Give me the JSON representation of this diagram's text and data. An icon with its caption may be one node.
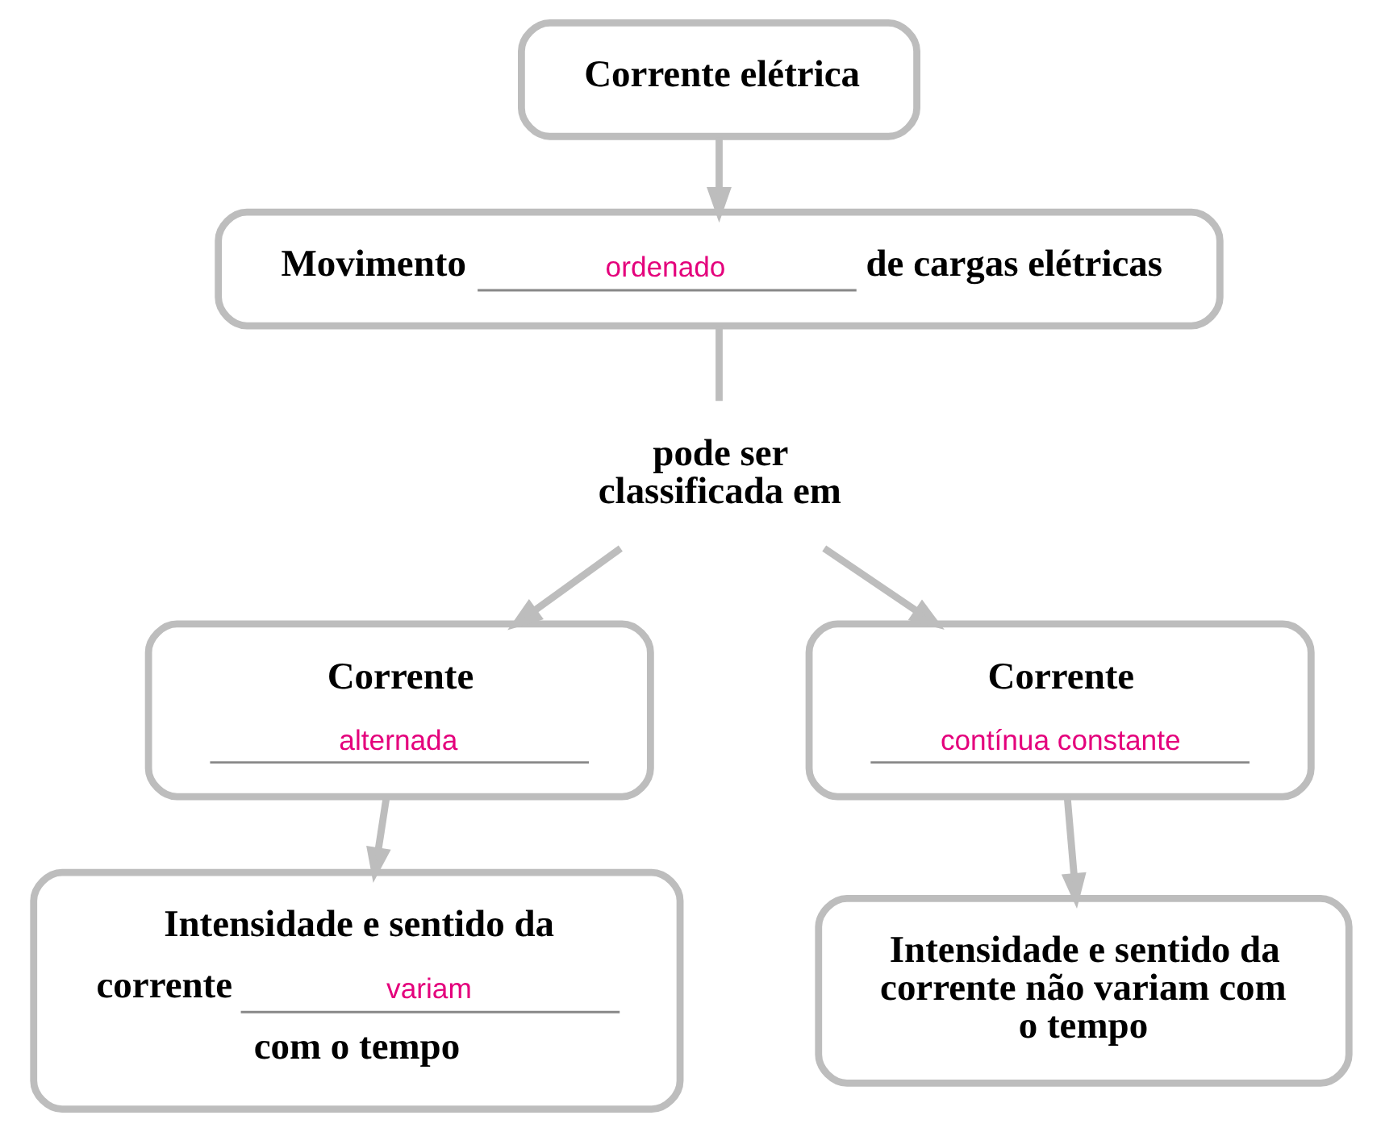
{
  "diagram": {
    "nodes": [
      {
        "text": [
          "Corrente elétrica"
        ]
      },
      {
        "text": [
          "Movimento",
          "ordenado",
          "de cargas elétricas"
        ]
      },
      {
        "text": [
          "pode ser classificada em"
        ]
      },
      {
        "text": [
          "Corrente",
          "alternada"
        ]
      },
      {
        "text": [
          "Corrente",
          "contínua constante"
        ]
      },
      {
        "text": [
          "Intensidade e sentido da",
          "corrente",
          "variam",
          "com o tempo"
        ]
      },
      {
        "text": [
          "Intensidade e sentido da corrente não variam com o tempo"
        ]
      }
    ],
    "edges": [
      {
        "from": 0,
        "to": 1,
        "arrow": "to"
      },
      {
        "from": 1,
        "to": 2,
        "arrow": "none"
      },
      {
        "from": 2,
        "to": 3,
        "arrow": "to"
      },
      {
        "from": 2,
        "to": 4,
        "arrow": "to"
      },
      {
        "from": 3,
        "to": 5,
        "arrow": "to"
      },
      {
        "from": 4,
        "to": 6,
        "arrow": "to"
      }
    ]
  }
}
